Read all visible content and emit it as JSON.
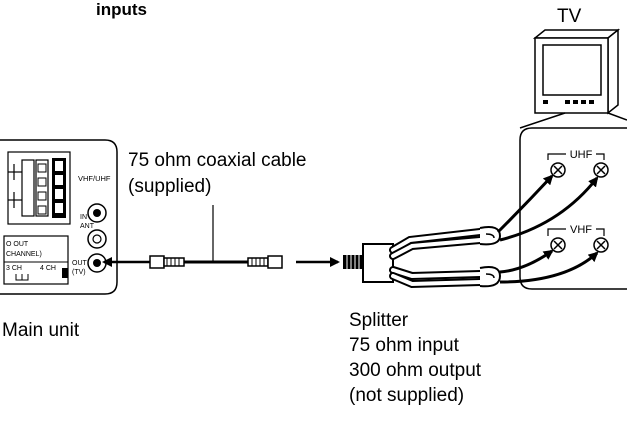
{
  "heading": "inputs",
  "tv_label": "TV",
  "cable_label_1": "75 ohm coaxial cable",
  "cable_label_2": "(supplied)",
  "main_unit_label": "Main unit",
  "splitter_lines": [
    "Splitter",
    "75 ohm input",
    "300 ohm output",
    "(not supplied)"
  ],
  "panel": {
    "vhf_uhf": "VHF/UHF",
    "in": "IN",
    "ant": "ANT",
    "out": "OUT",
    "tv": "(TV)",
    "out_partial": "O OUT",
    "channel_partial": "CHANNEL)",
    "ch3": "3 CH",
    "ch4": "4 CH"
  },
  "terminals": {
    "uhf": "UHF",
    "vhf": "VHF"
  }
}
